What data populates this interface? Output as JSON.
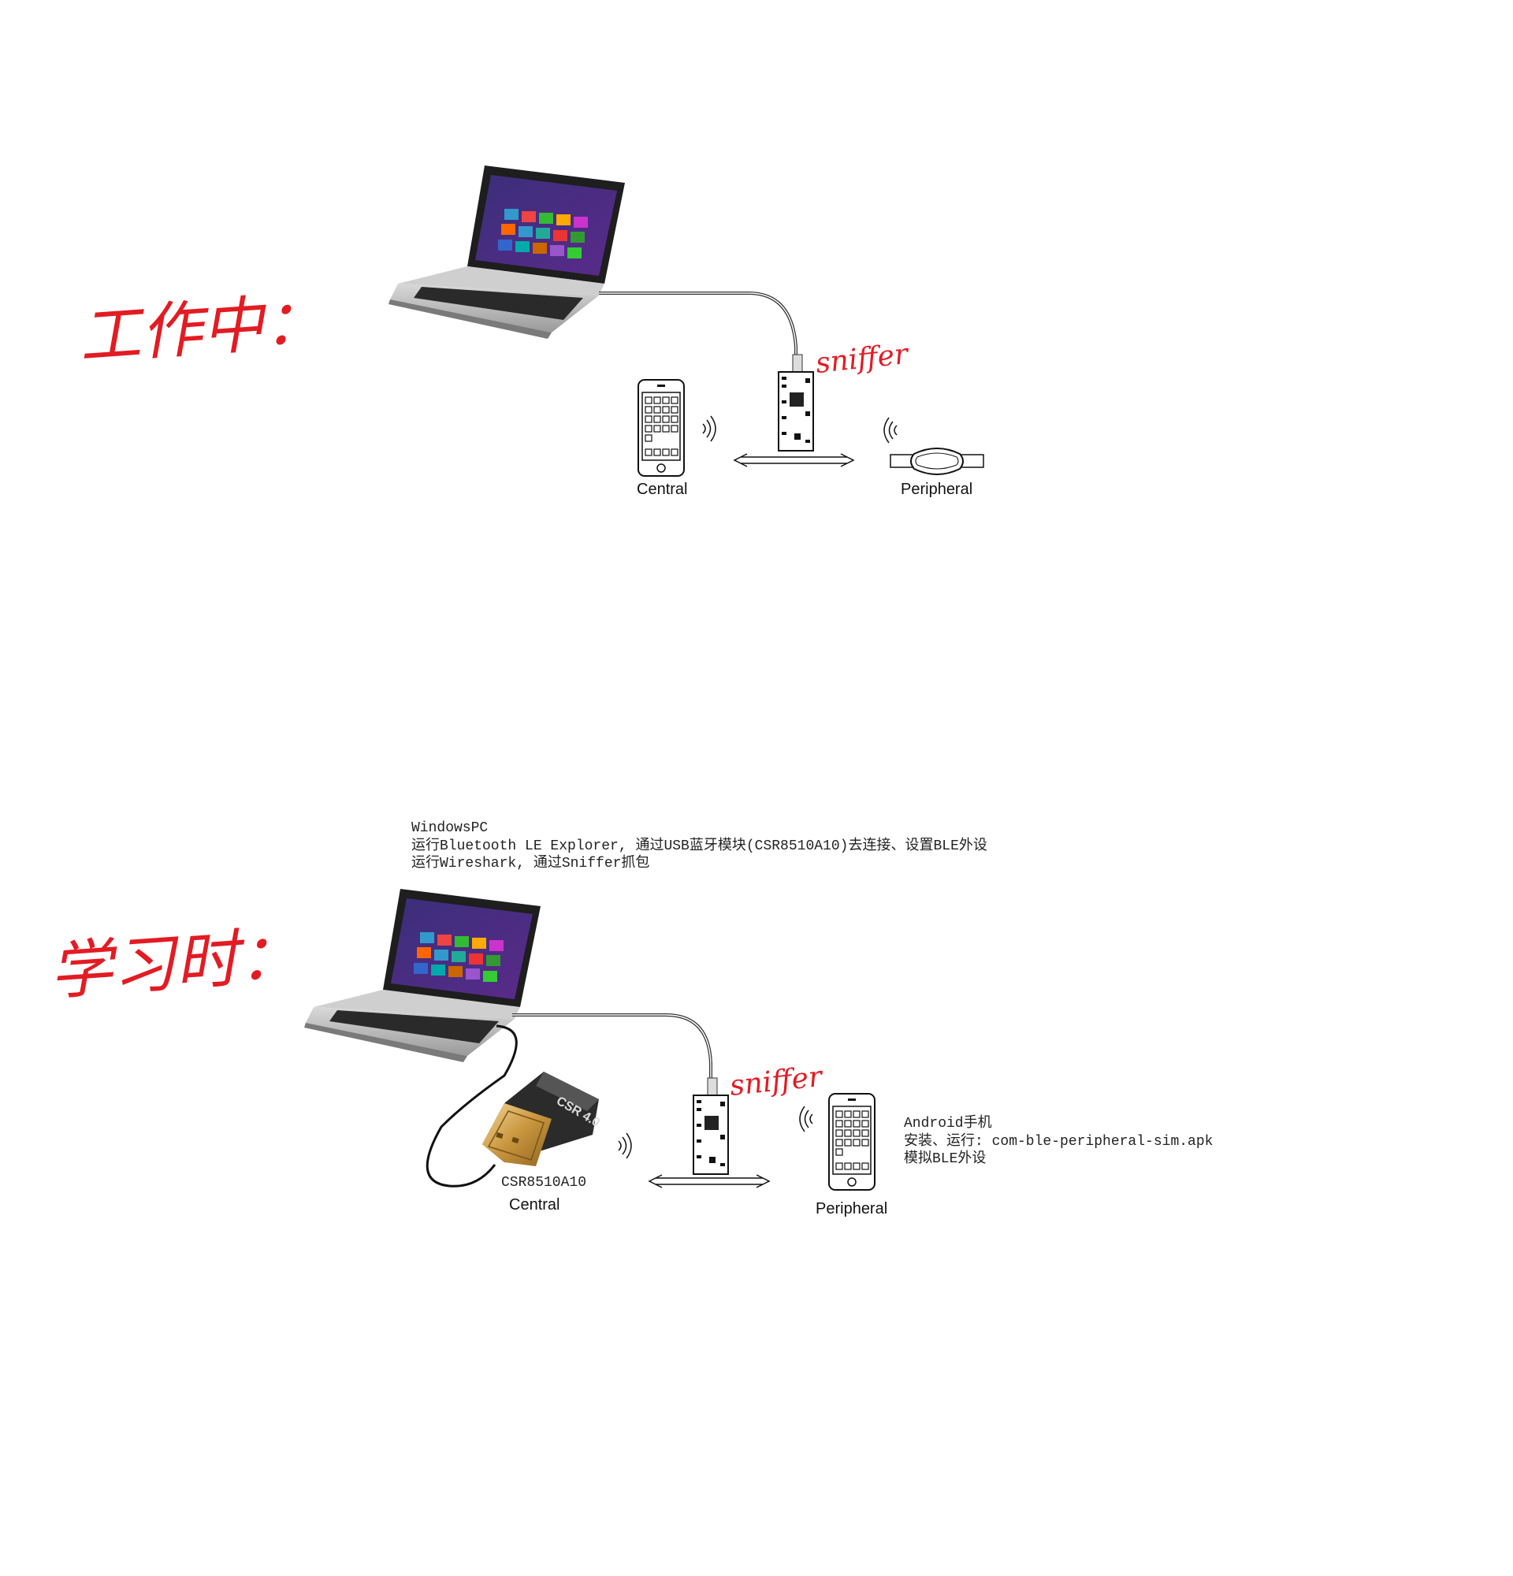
{
  "section_working": {
    "heading": "工作中：",
    "sniffer": "sniffer",
    "central": "Central",
    "peripheral": "Peripheral"
  },
  "section_learning": {
    "heading": "学习时：",
    "sniffer": "sniffer",
    "pc_notes": [
      "WindowsPC",
      "运行Bluetooth LE Explorer, 通过USB蓝牙模块(CSR8510A10)去连接、设置BLE外设",
      "运行Wireshark, 通过Sniffer抓包"
    ],
    "dongle_text": "CSR 4.0",
    "dongle_model": "CSR8510A10",
    "central": "Central",
    "peripheral": "Peripheral",
    "android_notes": [
      "Android手机",
      "安装、运行: com-ble-peripheral-sim.apk",
      "模拟BLE外设"
    ]
  },
  "colors": {
    "annotation": "#e31b23",
    "line": "#222222"
  },
  "icons": [
    "laptop-icon",
    "sniffer-board-icon",
    "smartphone-icon",
    "wristband-icon",
    "usb-dongle-icon",
    "radio-waves-icon",
    "double-arrow-icon"
  ]
}
